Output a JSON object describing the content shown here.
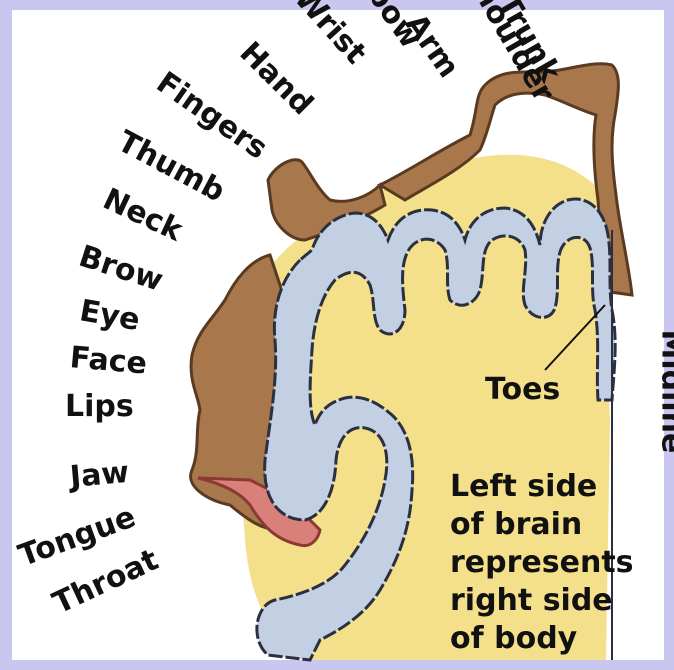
{
  "body_part_labels": {
    "trunk": "Trunk",
    "shoulder": "Shoulder",
    "arm": "Arm",
    "elbow": "Elbow",
    "wrist": "Wrist",
    "hand": "Hand",
    "fingers": "Fingers",
    "thumb": "Thumb",
    "neck": "Neck",
    "brow": "Brow",
    "eye": "Eye",
    "face": "Face",
    "lips": "Lips",
    "jaw": "Jaw",
    "tongue": "Tongue",
    "throat": "Throat",
    "toes": "Toes"
  },
  "midline_label": "Midline",
  "caption": [
    "Left side",
    "of brain",
    "represents",
    "right side",
    "of body"
  ],
  "colors": {
    "brain_fill": "#f4e08a",
    "cortex_fold": "#c3cfe3",
    "homunculus": "#a8784c",
    "frame": "#c9c7ef",
    "tongue": "#d9807a"
  }
}
